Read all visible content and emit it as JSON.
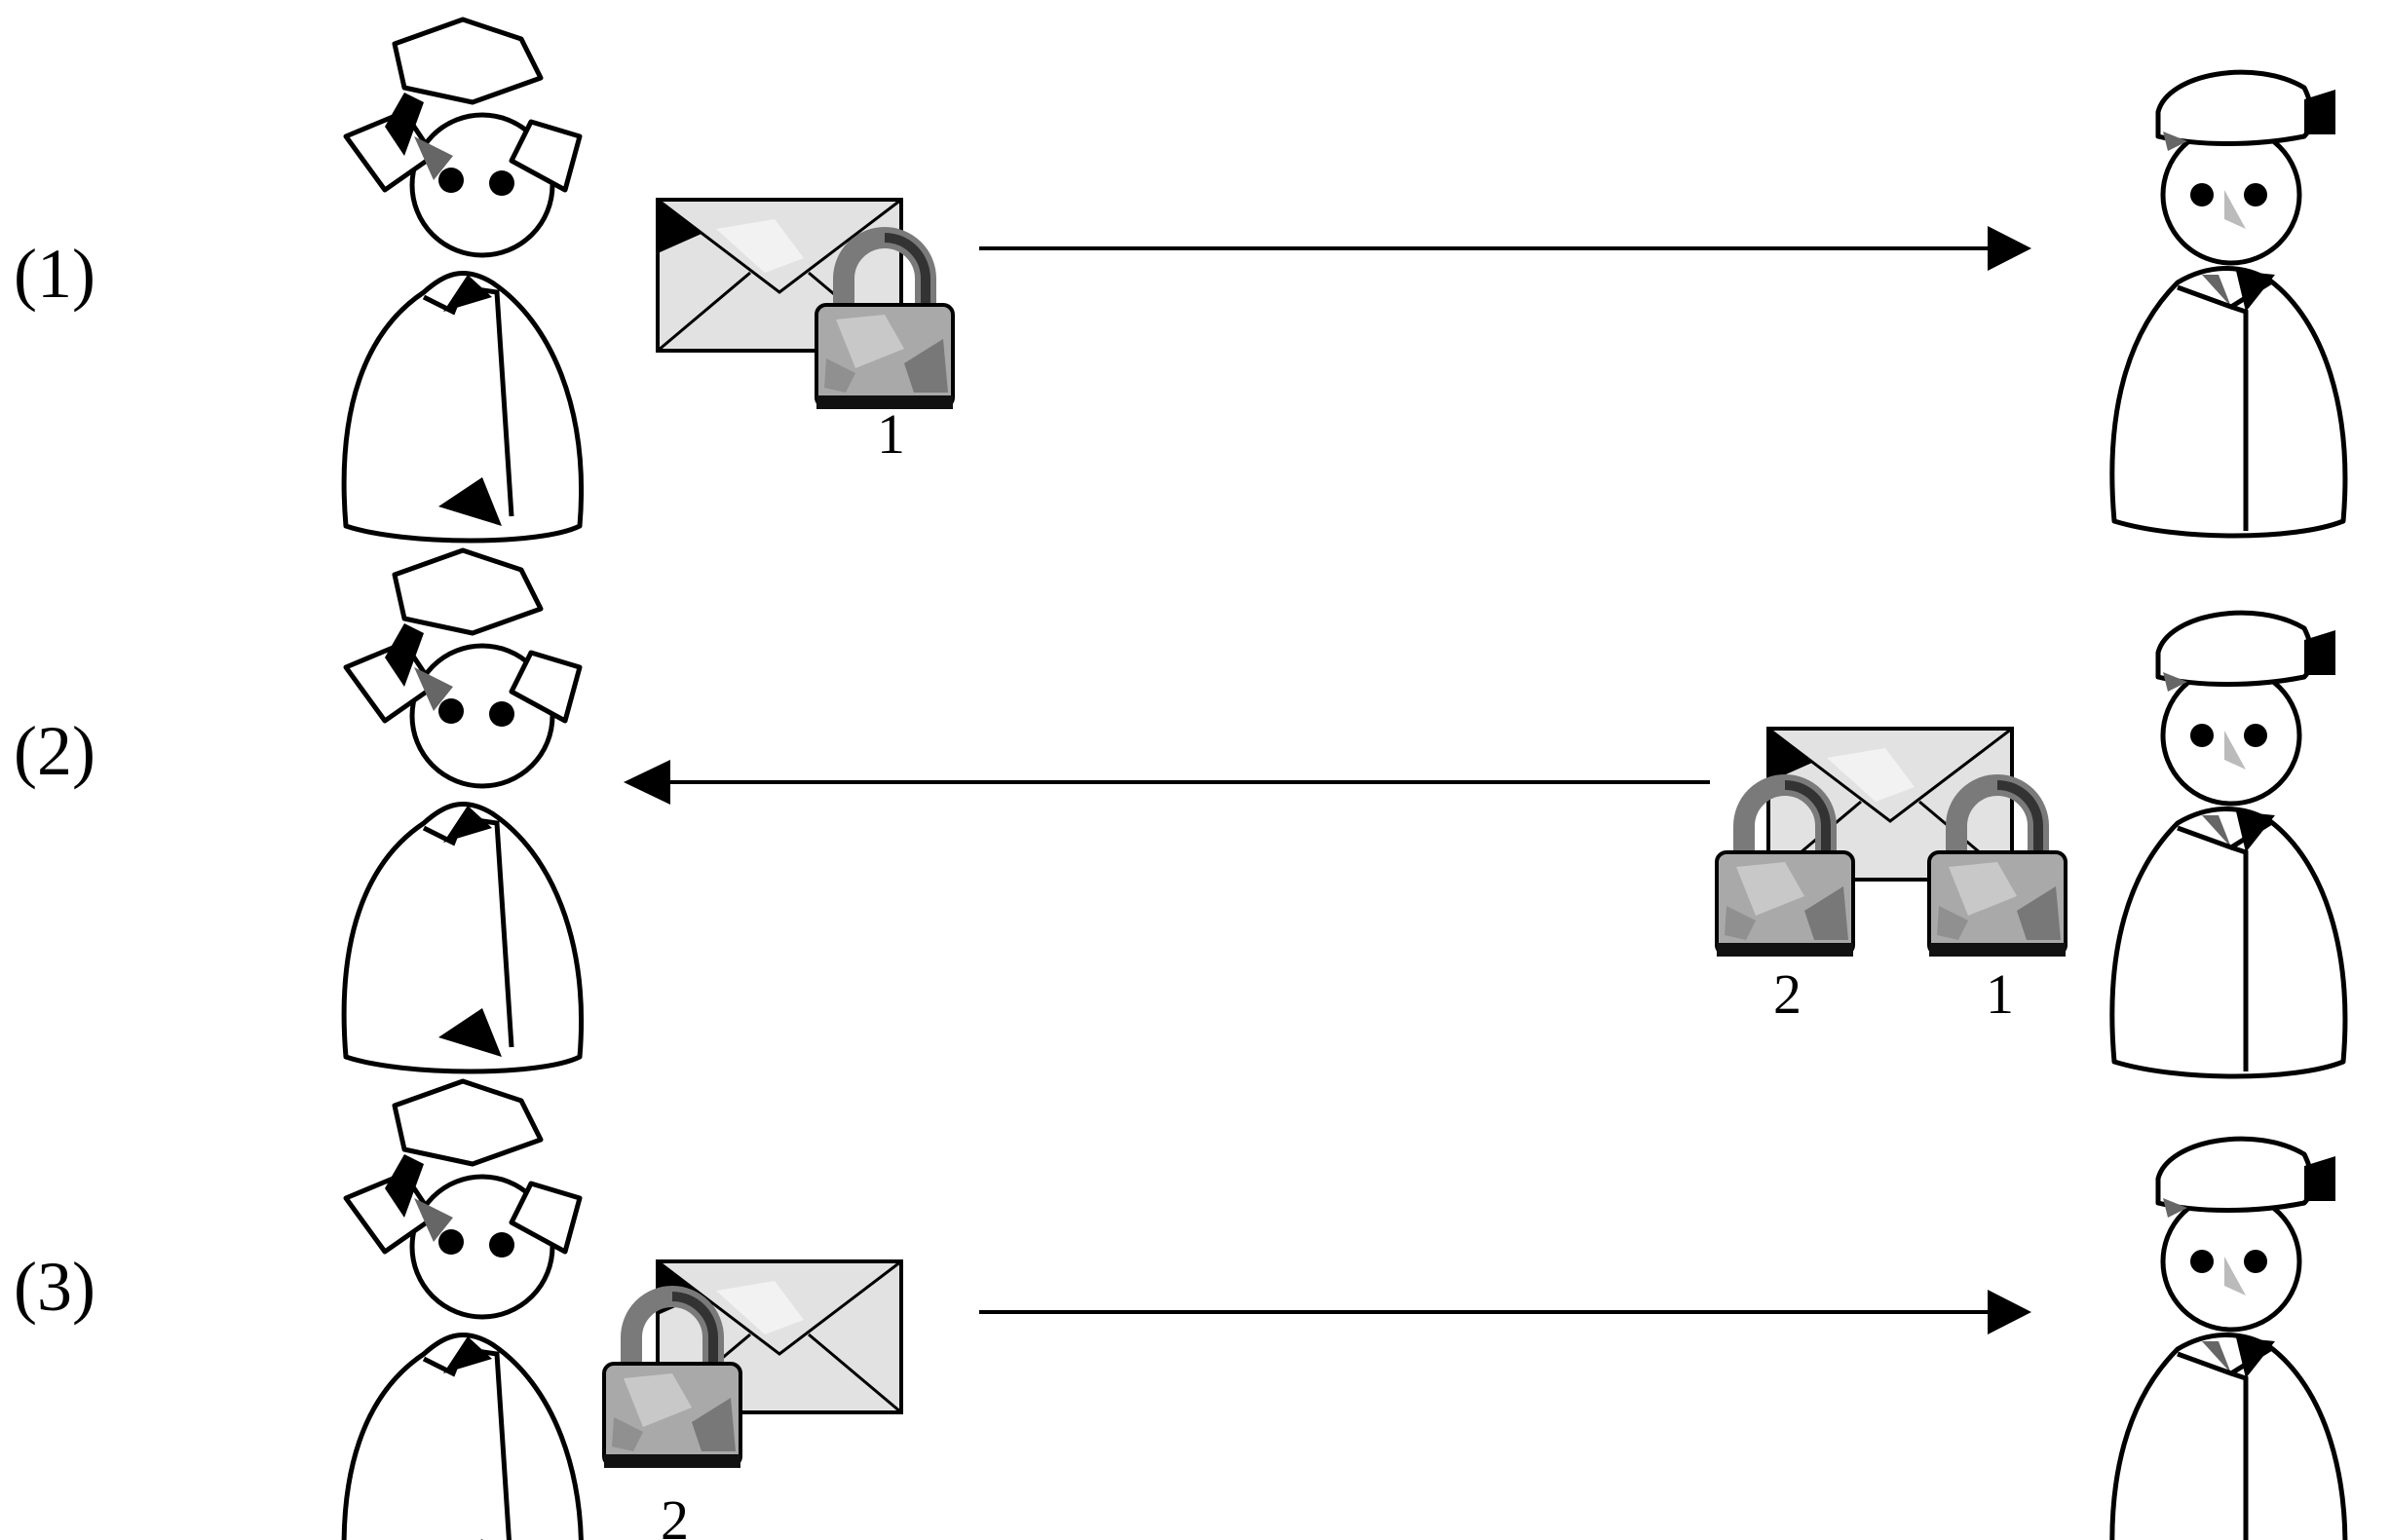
{
  "steps": [
    {
      "label": "(1)",
      "direction": "right",
      "locks": [
        "1"
      ]
    },
    {
      "label": "(2)",
      "direction": "left",
      "locks": [
        "2",
        "1"
      ]
    },
    {
      "label": "(3)",
      "direction": "right",
      "locks": [
        "2"
      ]
    }
  ],
  "icons": {
    "sender": "woman-figure-icon",
    "receiver": "capped-man-figure-icon",
    "message": "envelope-icon",
    "lock": "padlock-icon"
  },
  "colors": {
    "ink": "#000000",
    "lock_body": "#a9a9a9",
    "lock_shackle": "#7a7a7a",
    "envelope": "#e2e2e2"
  }
}
